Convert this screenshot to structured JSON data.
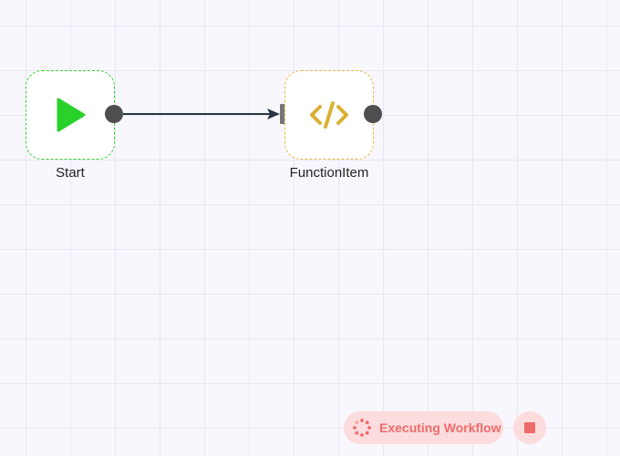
{
  "canvas": {
    "grid_color": "#e9e8f2",
    "background": "#f8f7fd"
  },
  "nodes": [
    {
      "id": "start",
      "label": "Start",
      "icon": "play-icon",
      "icon_color": "#2bd12b",
      "border_color": "#35d030"
    },
    {
      "id": "function-item",
      "label": "FunctionItem",
      "icon": "code-icon",
      "icon_color": "#d9b032",
      "border_color": "#e8b84a"
    }
  ],
  "connections": [
    {
      "from": "Start",
      "to": "FunctionItem"
    }
  ],
  "toolbar": {
    "status_label": "Executing Workflow",
    "status_icon": "spinner-icon",
    "stop_icon": "stop-icon",
    "accent_color": "#ef6b6b",
    "accent_bg": "#fcdcdc"
  }
}
